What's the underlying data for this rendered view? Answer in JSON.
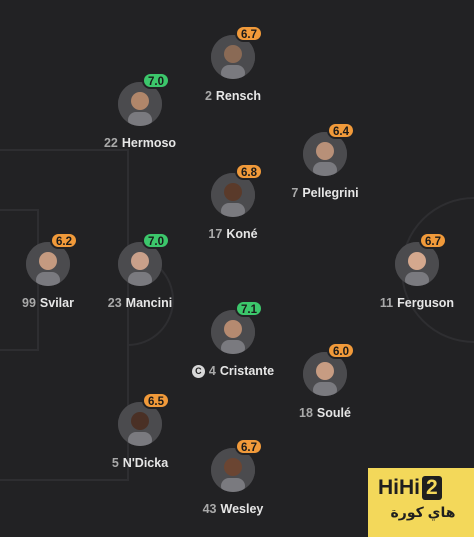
{
  "colors": {
    "background": "#222224",
    "pitch_line": "#2e2e31",
    "rating_green": "#3cc76b",
    "rating_orange": "#f19a3a",
    "watermark_bg": "#f3d85a"
  },
  "players": [
    {
      "id": "rensch",
      "number": "2",
      "name": "Rensch",
      "rating": "6.7",
      "rating_color": "orange"
    },
    {
      "id": "hermoso",
      "number": "22",
      "name": "Hermoso",
      "rating": "7.0",
      "rating_color": "green"
    },
    {
      "id": "pellegrini",
      "number": "7",
      "name": "Pellegrini",
      "rating": "6.4",
      "rating_color": "orange"
    },
    {
      "id": "kone",
      "number": "17",
      "name": "Koné",
      "rating": "6.8",
      "rating_color": "orange"
    },
    {
      "id": "svilar",
      "number": "99",
      "name": "Svilar",
      "rating": "6.2",
      "rating_color": "orange"
    },
    {
      "id": "mancini",
      "number": "23",
      "name": "Mancini",
      "rating": "7.0",
      "rating_color": "green"
    },
    {
      "id": "ferguson",
      "number": "11",
      "name": "Ferguson",
      "rating": "6.7",
      "rating_color": "orange"
    },
    {
      "id": "cristante",
      "number": "4",
      "name": "Cristante",
      "rating": "7.1",
      "rating_color": "green",
      "captain": true,
      "captain_mark": "C"
    },
    {
      "id": "soule",
      "number": "18",
      "name": "Soulé",
      "rating": "6.0",
      "rating_color": "orange"
    },
    {
      "id": "ndicka",
      "number": "5",
      "name": "N'Dicka",
      "rating": "6.5",
      "rating_color": "orange"
    },
    {
      "id": "wesley",
      "number": "43",
      "name": "Wesley",
      "rating": "6.7",
      "rating_color": "orange"
    }
  ],
  "watermark": {
    "brand_a": "HiHi",
    "brand_b": "2",
    "sub": "هاي كورة"
  }
}
